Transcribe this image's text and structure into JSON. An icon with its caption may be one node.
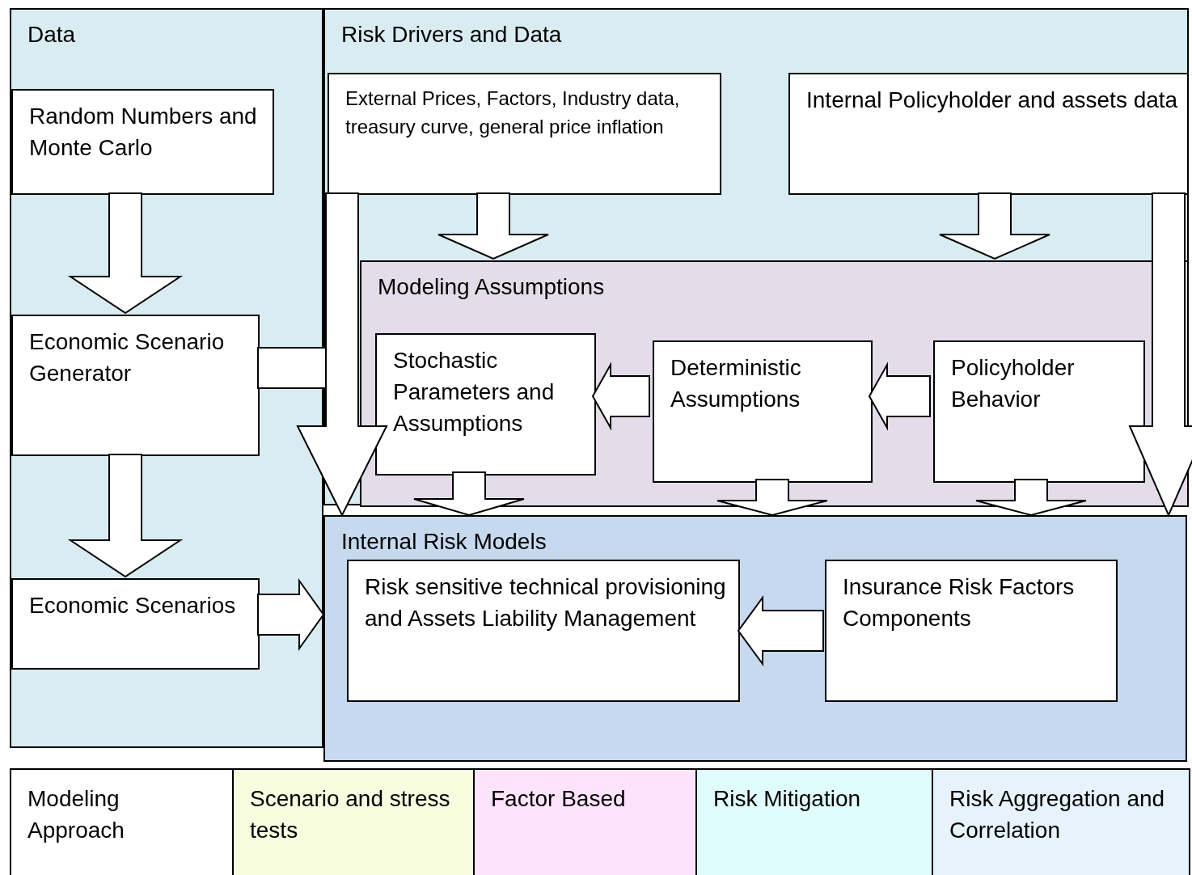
{
  "diagram": {
    "nodes": [
      {
        "text": [
          "Data"
        ]
      },
      {
        "text": [
          "Random Numbers and Monte Carlo"
        ],
        "in": 0
      },
      {
        "text": [
          "Economic Scenario Generator"
        ],
        "in": 0
      },
      {
        "text": [
          "Economic Scenarios"
        ],
        "in": 0
      },
      {
        "text": [
          "Risk Drivers and Data"
        ]
      },
      {
        "text": [
          "External Prices, Factors, Industry data, treasury curve, general price inflation"
        ],
        "in": 4
      },
      {
        "text": [
          "Internal Policyholder and assets data"
        ],
        "in": 4
      },
      {
        "text": [
          "Modeling Assumptions"
        ],
        "in": 4
      },
      {
        "text": [
          "Stochastic Parameters and Assumptions"
        ],
        "in": 7
      },
      {
        "text": [
          "Deterministic Assumptions"
        ],
        "in": 7
      },
      {
        "text": [
          "Policyholder Behavior"
        ],
        "in": 7
      },
      {
        "text": [
          "Internal Risk Models"
        ]
      },
      {
        "text": [
          "Risk sensitive technical provisioning and Assets Liability Management"
        ],
        "in": 11
      },
      {
        "text": [
          "Insurance Risk Factors Components"
        ],
        "in": 11
      }
    ],
    "edges": [
      {
        "from": 1,
        "to": 2,
        "arrow": "to"
      },
      {
        "from": 2,
        "to": 3,
        "arrow": "to"
      },
      {
        "from": 2,
        "to": 7,
        "arrow": "to"
      },
      {
        "from": 3,
        "to": 11,
        "arrow": "to"
      },
      {
        "from": 5,
        "to": 7,
        "arrow": "to"
      },
      {
        "from": 6,
        "to": 7,
        "arrow": "to"
      },
      {
        "from": 5,
        "to": 11,
        "arrow": "to"
      },
      {
        "from": 6,
        "to": 11,
        "arrow": "to"
      },
      {
        "from": 9,
        "to": 8,
        "arrow": "to"
      },
      {
        "from": 10,
        "to": 9,
        "arrow": "to"
      },
      {
        "from": 8,
        "to": 11,
        "arrow": "to"
      },
      {
        "from": 9,
        "to": 11,
        "arrow": "to"
      },
      {
        "from": 10,
        "to": 11,
        "arrow": "to"
      },
      {
        "from": 13,
        "to": 12,
        "arrow": "to"
      }
    ],
    "labels": [
      "Modeling Approach"
    ],
    "legend": [
      {
        "text": "Scenario and stress tests",
        "color": "#f8fde0"
      },
      {
        "text": "Factor Based",
        "color": "#fde4fc"
      },
      {
        "text": "Risk Mitigation",
        "color": "#e0fcfc"
      },
      {
        "text": "Risk Aggregation and Correlation",
        "color": "#e6f2fc"
      }
    ]
  }
}
